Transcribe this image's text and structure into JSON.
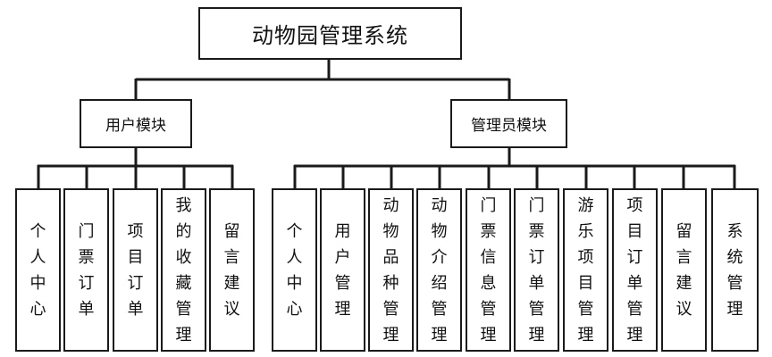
{
  "root": {
    "label": "动物园管理系统"
  },
  "modules": [
    {
      "label": "用户模块",
      "children": [
        "个人中心",
        "门票订单",
        "项目订单",
        "我的收藏管理",
        "留言建议"
      ]
    },
    {
      "label": "管理员模块",
      "children": [
        "个人中心",
        "用户管理",
        "动物品种管理",
        "动物介绍管理",
        "门票信息管理",
        "门票订单管理",
        "游乐项目管理",
        "项目订单管理",
        "留言建议",
        "系统管理"
      ]
    }
  ]
}
